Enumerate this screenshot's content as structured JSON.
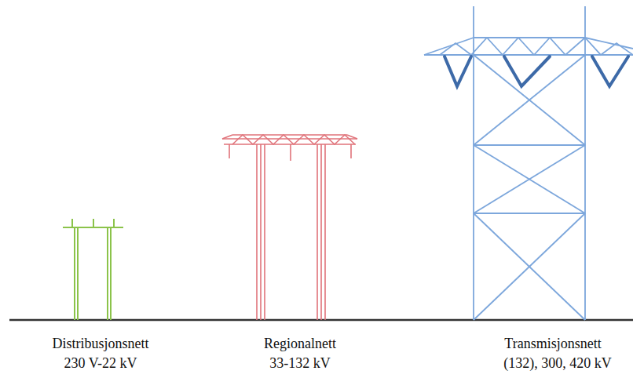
{
  "diagram": {
    "labels": [
      "Distribusjonsnett",
      "230 V-22 kV",
      "Regionalnett",
      "33-132 kV",
      "Transmisjonsnett",
      "(132), 300, 420 kV"
    ]
  }
}
